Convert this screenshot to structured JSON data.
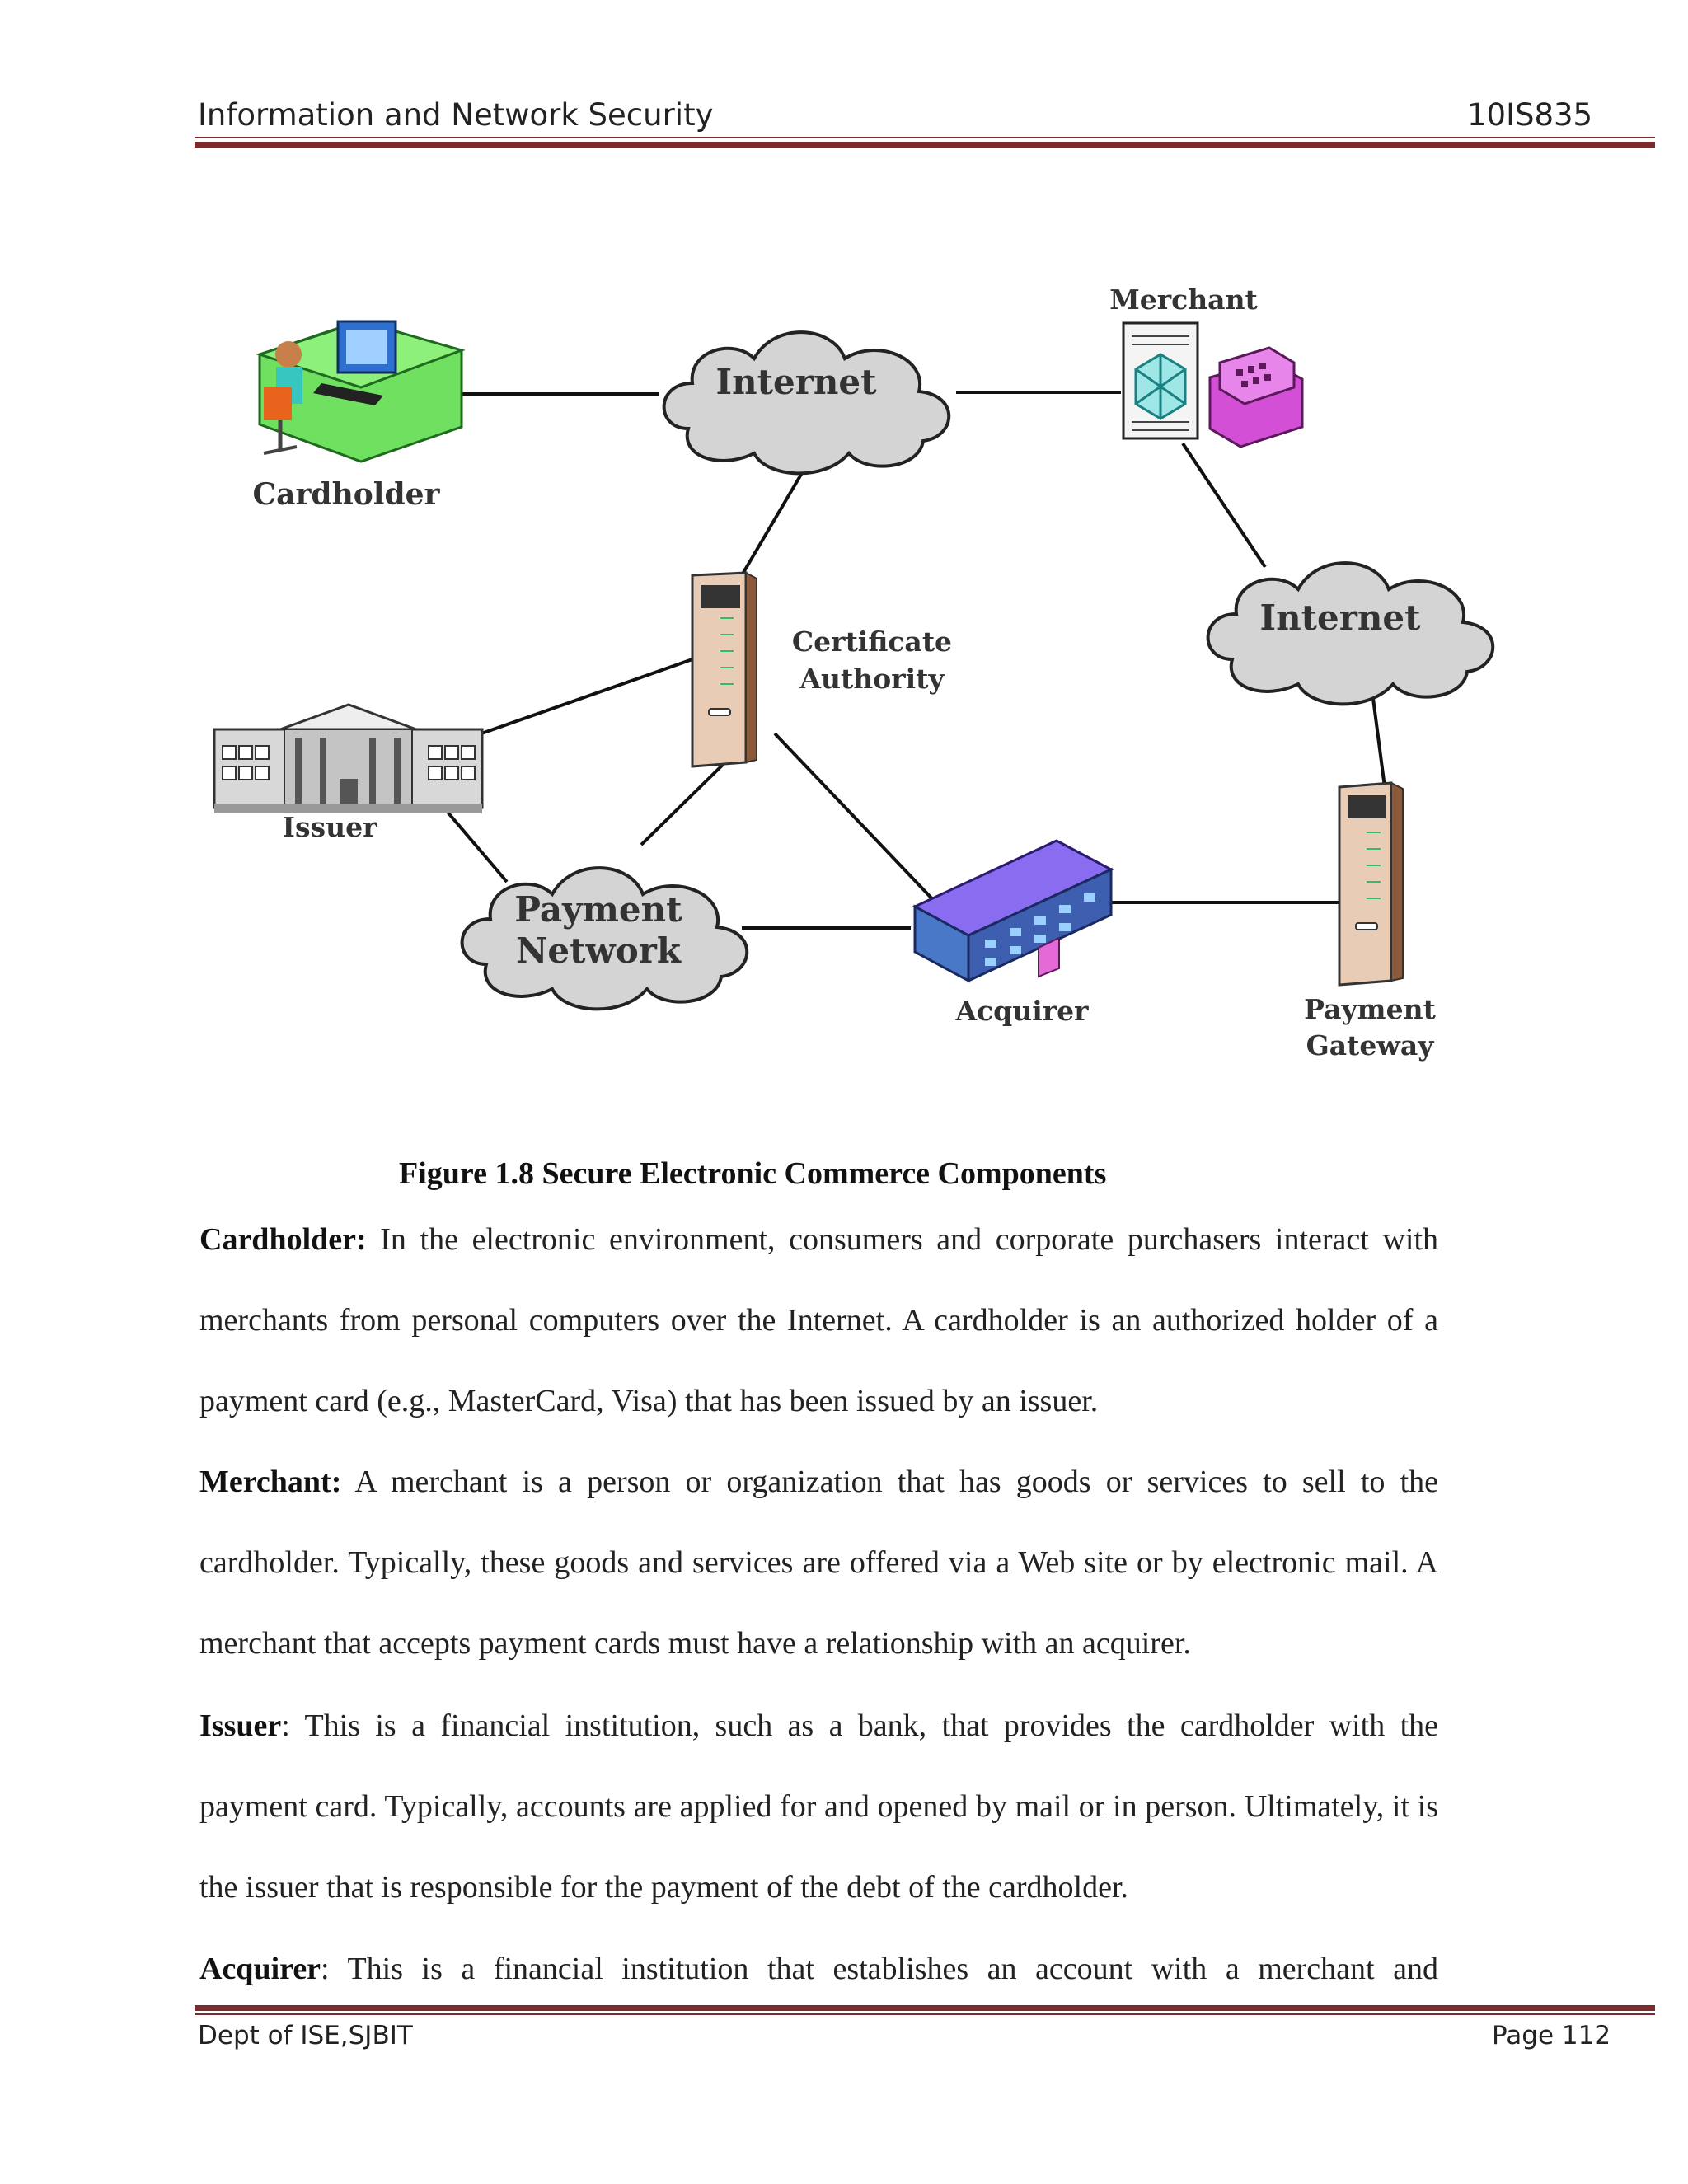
{
  "header": {
    "title": "Information and Network Security",
    "code": "10IS835"
  },
  "figure": {
    "labels": {
      "cardholder": "Cardholder",
      "internet_left": "Internet",
      "merchant": "Merchant",
      "internet_right": "Internet",
      "certificate_authority_line1": "Certificate",
      "certificate_authority_line2": "Authority",
      "issuer": "Issuer",
      "payment_network_line1": "Payment",
      "payment_network_line2": "Network",
      "acquirer": "Acquirer",
      "payment_gateway_line1": "Payment",
      "payment_gateway_line2": "Gateway"
    },
    "caption": "Figure 1.8  Secure Electronic Commerce Components"
  },
  "paragraphs": {
    "cardholder": {
      "term": "Cardholder:",
      "text": " In the electronic environment, consumers and corporate purchasers interact with merchants from personal computers over the Internet. A cardholder is an authorized holder of a payment card (e.g., MasterCard, Visa) that has been issued by an issuer."
    },
    "merchant": {
      "term": "Merchant:",
      "text": " A merchant is a person or organization that has goods or services to sell to the cardholder. Typically, these goods and services are offered via a Web site or by electronic mail. A merchant that accepts payment cards must have a relationship with an acquirer."
    },
    "issuer": {
      "term": "Issuer",
      "text": ": This is a financial institution, such as a bank, that provides the cardholder with the payment card. Typically, accounts are applied for and opened by mail or in person. Ultimately, it is the issuer that is responsible for the payment of the debt of the cardholder."
    },
    "acquirer": {
      "term": "Acquirer",
      "text": ": This is a financial institution that establishes an account with a merchant and"
    }
  },
  "footer": {
    "dept": "Dept of ISE,SJBIT",
    "page": "Page 112"
  }
}
